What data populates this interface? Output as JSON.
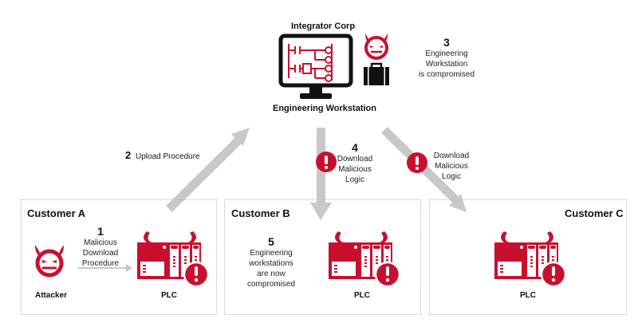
{
  "colors": {
    "accent": "#c8102e",
    "arrow": "#c8c8c8",
    "border": "#b5b5b5",
    "text": "#111111"
  },
  "top": {
    "org_title": "Integrator Corp",
    "workstation_label": "Engineering Workstation",
    "step3": {
      "number": "3",
      "text": [
        "Engineering",
        "Workstation",
        "is compromised"
      ]
    }
  },
  "steps": {
    "step1": {
      "number": "1",
      "text": [
        "Malicious",
        "Download",
        "Procedure"
      ]
    },
    "step2": {
      "number": "2",
      "text": "Upload Procedure"
    },
    "step4": {
      "number": "4",
      "text": [
        "Download",
        "Malicious",
        "Logic"
      ]
    },
    "step4b": {
      "text": [
        "Download",
        "Malicious",
        "Logic"
      ]
    },
    "step5": {
      "number": "5",
      "text": [
        "Engineering",
        "workstations",
        "are now",
        "compromised"
      ]
    }
  },
  "customers": [
    {
      "title": "Customer A",
      "attacker_label": "Attacker",
      "plc_label": "PLC"
    },
    {
      "title": "Customer B",
      "plc_label": "PLC"
    },
    {
      "title": "Customer C",
      "plc_label": "PLC"
    }
  ],
  "icons": [
    "workstation-monitor-icon",
    "devil-face-icon",
    "briefcase-icon",
    "plc-icon",
    "alert-icon",
    "arrow-icon"
  ]
}
